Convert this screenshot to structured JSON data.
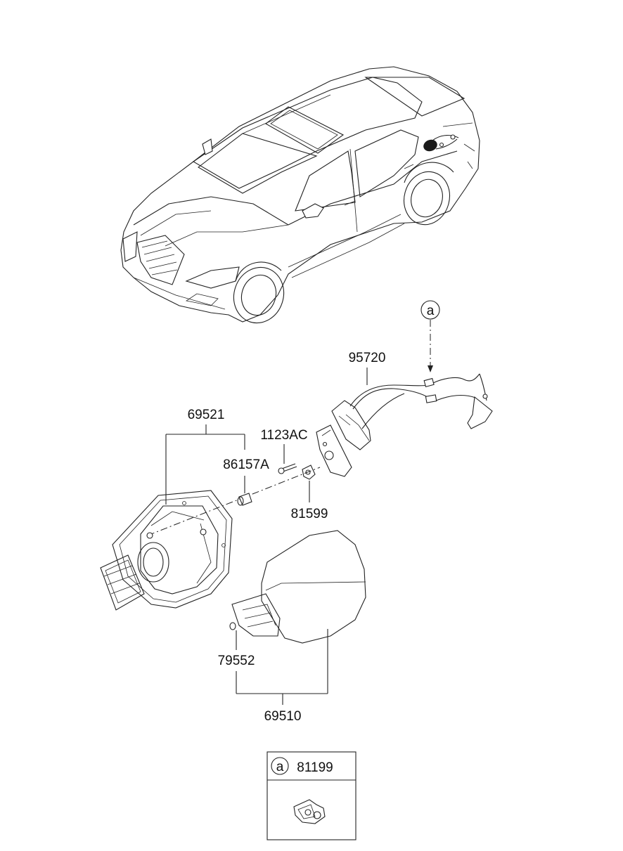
{
  "parts": {
    "p95720": "95720",
    "p69521": "69521",
    "p1123ac": "1123AC",
    "p86157a": "86157A",
    "p81599": "81599",
    "p79552": "79552",
    "p69510": "69510"
  },
  "reference": {
    "marker": "a",
    "legend_marker": "a",
    "legend_part": "81199"
  }
}
